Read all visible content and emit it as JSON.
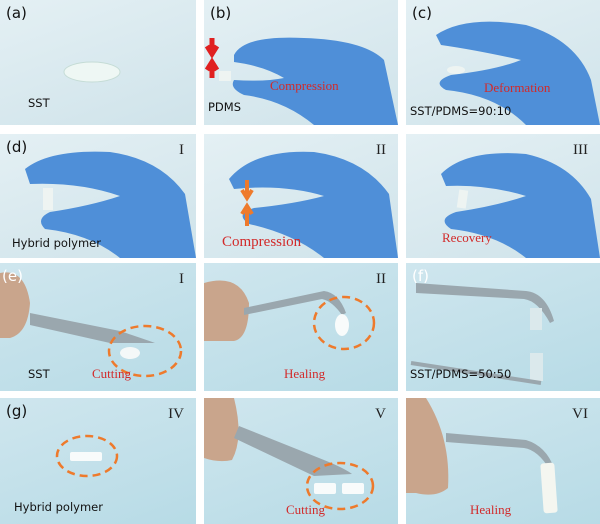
{
  "panels": {
    "a": {
      "label": "(a)",
      "caption": "SST"
    },
    "b": {
      "label": "(b)",
      "caption": "PDMS",
      "action": "Compression"
    },
    "c": {
      "label": "(c)",
      "caption": "SST/PDMS=90:10",
      "action": "Deformation"
    },
    "d1": {
      "label": "(d)",
      "numeral": "I",
      "caption": "Hybrid polymer"
    },
    "d2": {
      "numeral": "II",
      "action": "Compression"
    },
    "d3": {
      "numeral": "III",
      "action": "Recovery"
    },
    "e1": {
      "label": "(e)",
      "numeral": "I",
      "caption": "SST",
      "action": "Cutting"
    },
    "e2": {
      "numeral": "II",
      "action": "Healing"
    },
    "f": {
      "label": "(f)",
      "caption": "SST/PDMS=50:50"
    },
    "g1": {
      "label": "(g)",
      "numeral": "IV",
      "caption": "Hybrid polymer"
    },
    "g2": {
      "numeral": "V",
      "action": "Cutting"
    },
    "g3": {
      "numeral": "VI",
      "action": "Healing"
    }
  },
  "colors": {
    "glove": "#4f8fd8",
    "red": "#d22a2a",
    "orange": "#ee7a2c"
  }
}
